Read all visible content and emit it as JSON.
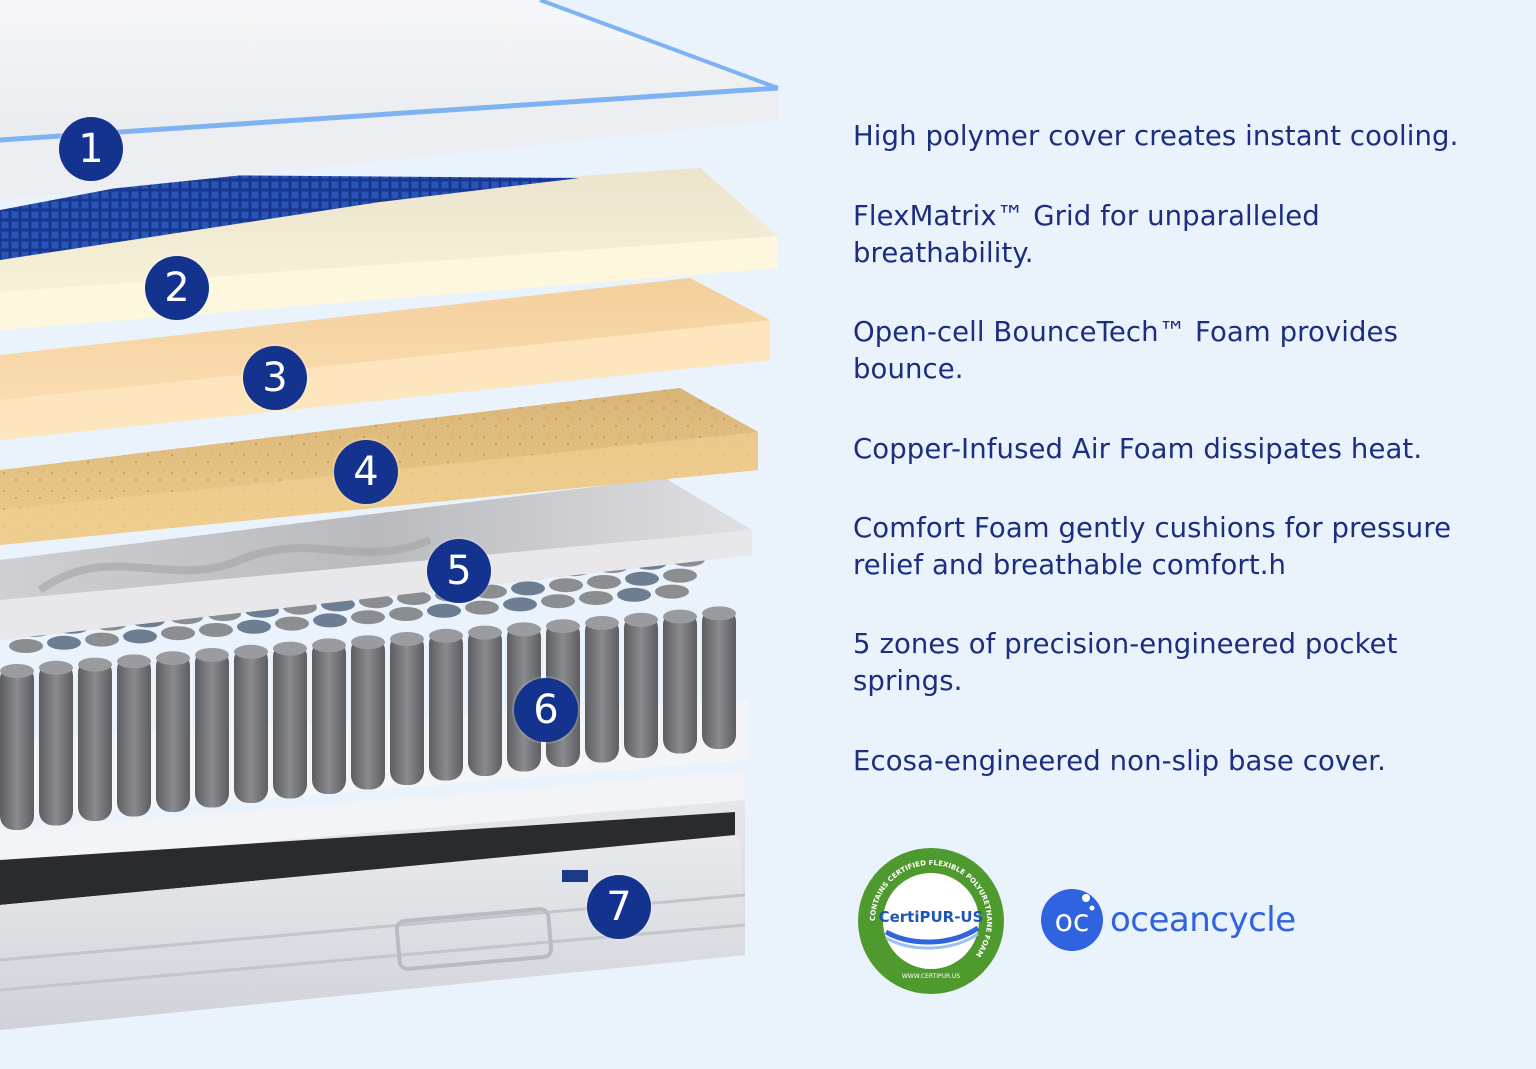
{
  "layers": [
    {
      "number": "1",
      "description": "High polymer cover creates instant cooling."
    },
    {
      "number": "2",
      "description": "FlexMatrix™ Grid for unparalleled breathability."
    },
    {
      "number": "3",
      "description": "Open-cell BounceTech™ Foam provides bounce."
    },
    {
      "number": "4",
      "description": "Copper-Infused Air Foam dissipates heat."
    },
    {
      "number": "5",
      "description": "Comfort Foam gently cushions for pressure relief and breathable comfort.h"
    },
    {
      "number": "6",
      "description": "5 zones of precision-engineered pocket springs."
    },
    {
      "number": "7",
      "description": "Ecosa-engineered non-slip base cover."
    }
  ],
  "certifications": {
    "certipur": {
      "label": "CertiPUR-US",
      "ring_text": "CONTAINS CERTIFIED FLEXIBLE POLYURETHANE FOAM",
      "url_text": "WWW.CERTIPUR.US"
    },
    "oceancycle": {
      "mark": "oc",
      "label": "oceancycle"
    }
  },
  "colors": {
    "background": "#eaf2fc",
    "badge": "#14338f",
    "text": "#1c2e7f",
    "cover_trim": "#7fb2f2",
    "grid": "#1a3f9e",
    "latex": "#f3ead0",
    "bounce_foam": "#f2c994",
    "copper_foam": "#e6c07a",
    "springs": "#6f7073",
    "oceancycle": "#2f63df",
    "certipur_green": "#4f9a2f"
  },
  "icons": {
    "badge": "number-circle",
    "certipur": "certipur-seal-icon",
    "oceancycle": "oceancycle-logo-icon"
  }
}
